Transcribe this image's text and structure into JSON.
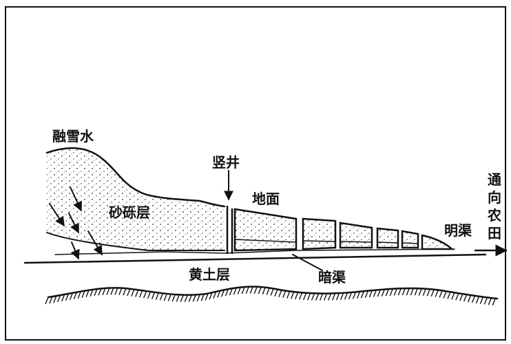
{
  "labels": {
    "snowmelt": "融雪水",
    "shaft": "竖井",
    "ground": "地面",
    "gravel_layer": "砂砾层",
    "open_channel": "明渠",
    "to_farmland": [
      "通",
      "向",
      "农",
      "田"
    ],
    "loess_layer": "黄土层",
    "underground_channel": "暗渠"
  }
}
